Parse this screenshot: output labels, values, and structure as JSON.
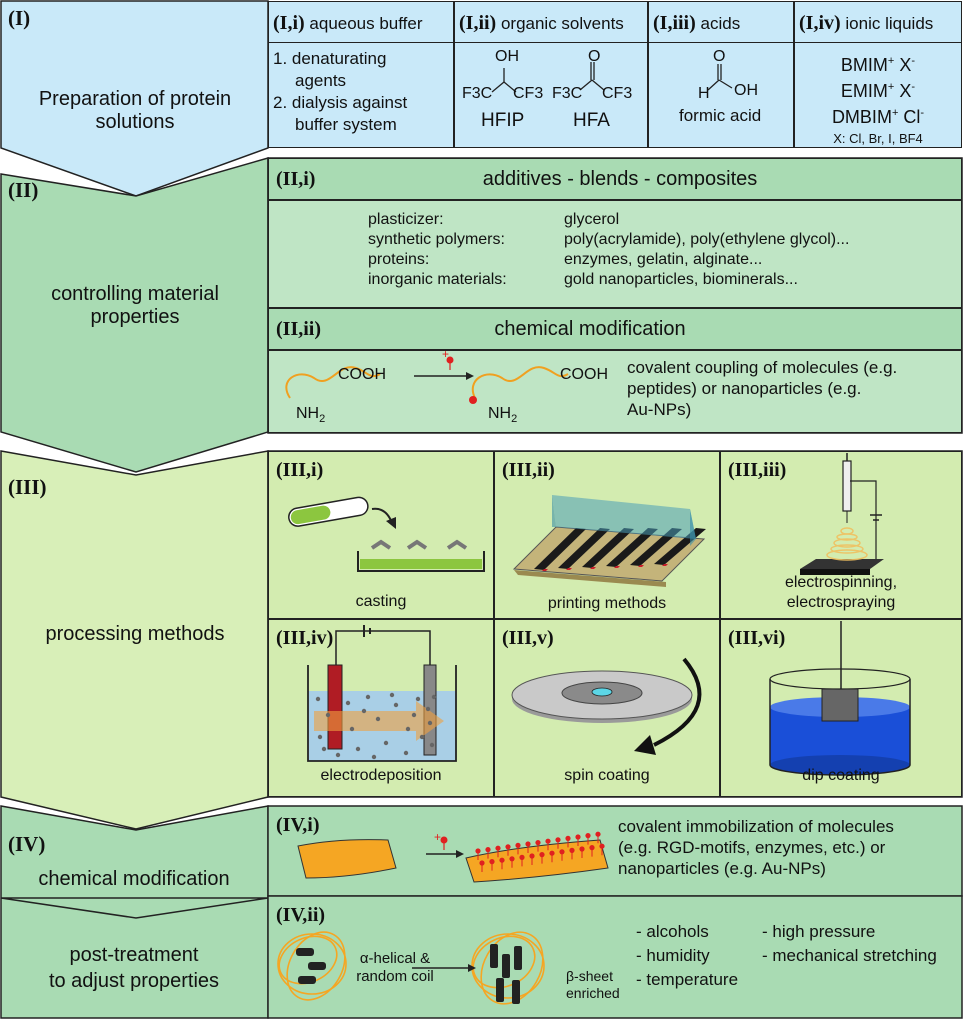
{
  "colors": {
    "sec1": "#c9e9f9",
    "sec2": "#a9dbb3",
    "sec2cell": "#bfe5c5",
    "sec3": "#d8efb8",
    "sec3cell": "#d3ecb0",
    "sec4": "#a9dbb3"
  },
  "s1": {
    "roman": "(I)",
    "title_l1": "Preparation of protein",
    "title_l2": "solutions",
    "i_head": "(I,i)",
    "i_name": "aqueous buffer",
    "i_l1": "1. denaturating",
    "i_l2": "agents",
    "i_l3": "2. dialysis against",
    "i_l4": "buffer system",
    "ii_head": "(I,ii)",
    "ii_name": "organic solvents",
    "hfip_oh": "OH",
    "hfip_f1": "F3C",
    "hfip_f2": "CF3",
    "hfip": "HFIP",
    "hfa_o": "O",
    "hfa_f1": "F3C",
    "hfa_f2": "CF3",
    "hfa": "HFA",
    "iii_head": "(I,iii)",
    "iii_name": "acids",
    "fa_o": "O",
    "fa_h": "H",
    "fa_oh": "OH",
    "fa": "formic acid",
    "iv_head": "(I,iv)",
    "iv_name": "ionic liquids",
    "il1": "BMIM",
    "il1b": "X",
    "il2": "EMIM",
    "il2b": "X",
    "il3": "DMBIM",
    "il3b": "Cl",
    "il_plus": "+",
    "il_minus": "-",
    "il4": "X: Cl, Br, I, BF4"
  },
  "s2": {
    "roman": "(II)",
    "title_l1": "controlling material",
    "title_l2": "properties",
    "i_head": "(II,i)",
    "i_name": "additives - blends - composites",
    "rows": [
      {
        "k": "plasticizer:",
        "v": "glycerol"
      },
      {
        "k": "synthetic polymers:",
        "v": "poly(acrylamide), poly(ethylene glycol)..."
      },
      {
        "k": "proteins:",
        "v": "enzymes, gelatin, alginate..."
      },
      {
        "k": "inorganic materials:",
        "v": "gold nanoparticles, biominerals..."
      }
    ],
    "ii_head": "(II,ii)",
    "ii_name": "chemical modification",
    "cooh": "COOH",
    "nh2": "NH2",
    "plus": "+",
    "desc_l1": "covalent coupling of molecules (e.g.",
    "desc_l2": "peptides) or nanoparticles (e.g.",
    "desc_l3": "Au-NPs)"
  },
  "s3": {
    "roman": "(III)",
    "title": "processing methods",
    "cells": [
      {
        "head": "(III,i)",
        "cap1": "casting",
        "cap2": ""
      },
      {
        "head": "(III,ii)",
        "cap1": "printing methods",
        "cap2": ""
      },
      {
        "head": "(III,iii)",
        "cap1": "electrospinning,",
        "cap2": "electrospraying"
      },
      {
        "head": "(III,iv)",
        "cap1": "electrodeposition",
        "cap2": ""
      },
      {
        "head": "(III,v)",
        "cap1": "spin coating",
        "cap2": ""
      },
      {
        "head": "(III,vi)",
        "cap1": "dip coating",
        "cap2": ""
      }
    ]
  },
  "s4": {
    "roman": "(IV)",
    "title": "chemical modification",
    "i_head": "(IV,i)",
    "plus": "+",
    "i_l1": "covalent immobilization of molecules",
    "i_l2": "(e.g. RGD-motifs, enzymes, etc.) or",
    "i_l3": "nanoparticles (e.g. Au-NPs)",
    "pt_l1": "post-treatment",
    "pt_l2": "to adjust properties",
    "ii_head": "(IV,ii)",
    "from_l1": "α-helical &",
    "from_l2": "random coil",
    "to_l1": "β-sheet",
    "to_l2": "enriched",
    "list_a": [
      "- alcohols",
      "- humidity",
      "- temperature"
    ],
    "list_b": [
      "- high pressure",
      "- mechanical stretching"
    ]
  }
}
